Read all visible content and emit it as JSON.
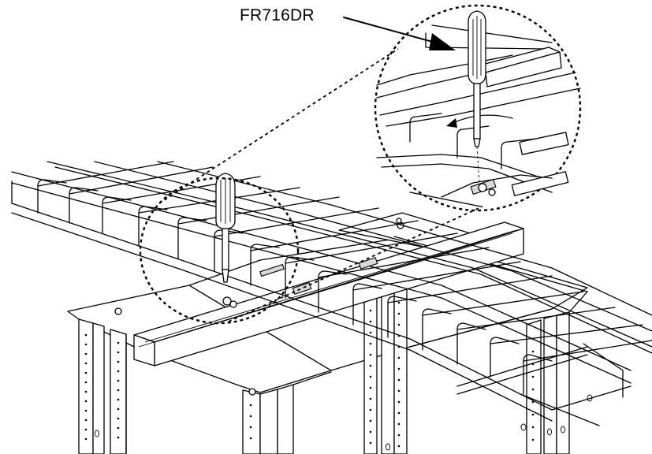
{
  "diagram": {
    "callout": {
      "label": "FR716DR",
      "icon": "screwdriver-icon"
    },
    "parts": [
      "wire-mesh-cable-tray",
      "screwdriver",
      "mounting-bracket",
      "equipment-rack",
      "magnified-detail-view"
    ]
  }
}
